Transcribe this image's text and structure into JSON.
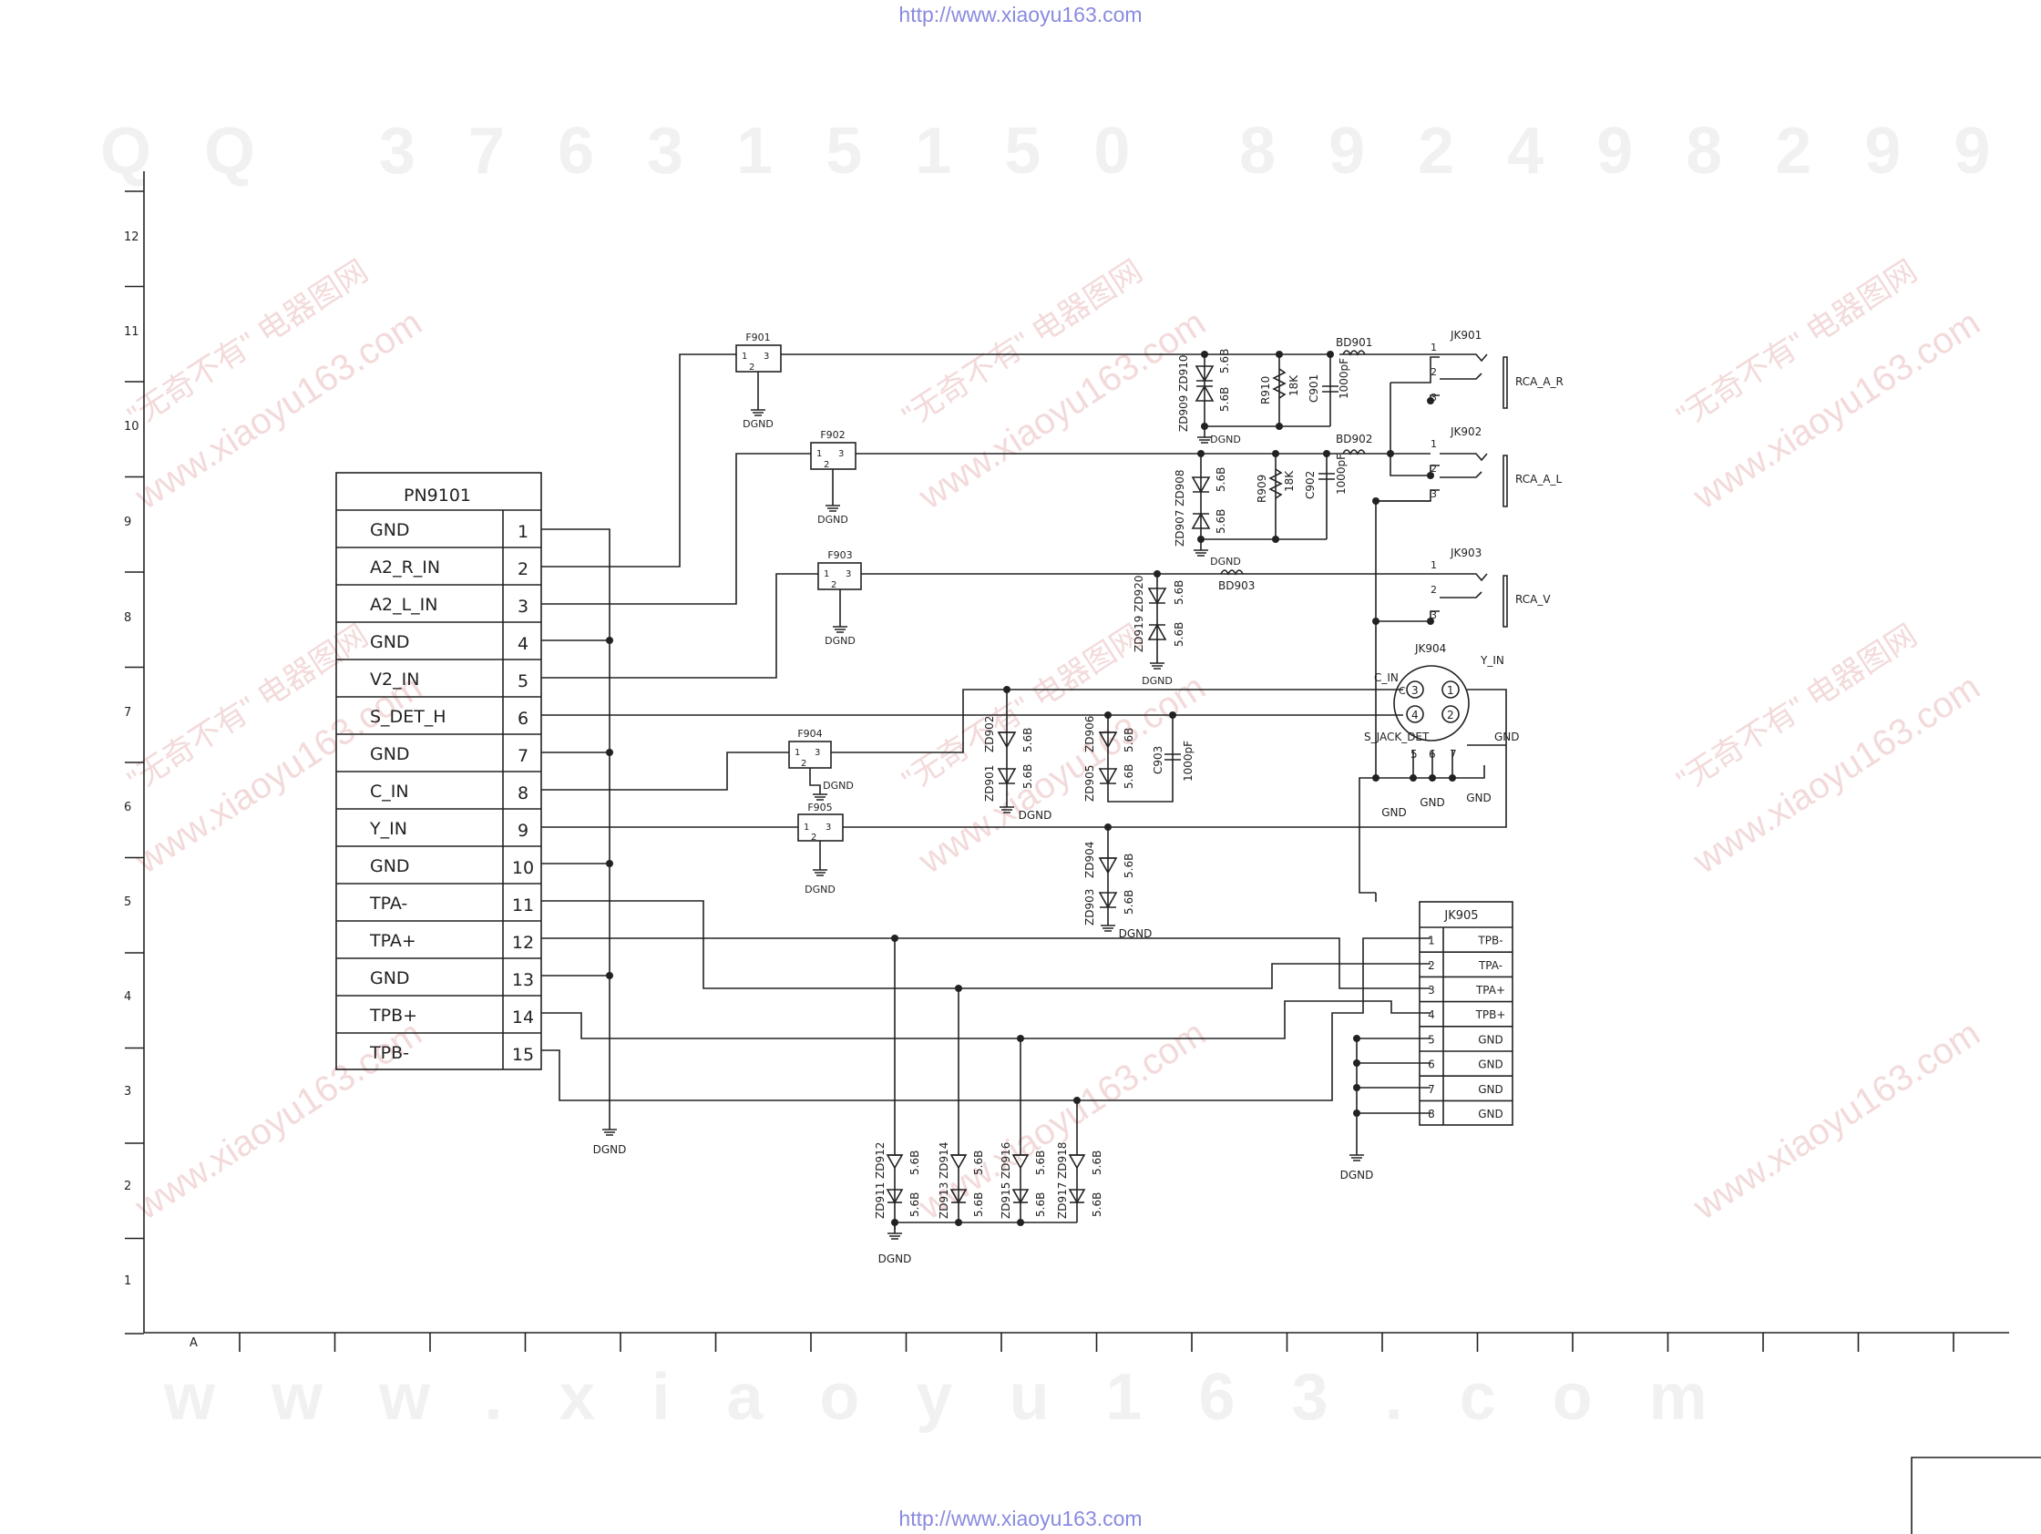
{
  "watermarks": {
    "url_text": "http://www.xiaoyu163.com",
    "qq": "QQ 376315150",
    "phone": "892498299",
    "bottom": "www.xiaoyu163.com",
    "diag1": "www.xiaoyu163.com",
    "diag2": "\"无奇不有\" 电器图网"
  },
  "grid": {
    "rows": [
      "12",
      "11",
      "10",
      "9",
      "8",
      "7",
      "6",
      "5",
      "4",
      "3",
      "2",
      "1"
    ],
    "col_first": "A"
  },
  "connector_pn9101": {
    "ref": "PN9101",
    "pins": [
      {
        "name": "GND",
        "num": "1"
      },
      {
        "name": "A2_R_IN",
        "num": "2"
      },
      {
        "name": "A2_L_IN",
        "num": "3"
      },
      {
        "name": "GND",
        "num": "4"
      },
      {
        "name": "V2_IN",
        "num": "5"
      },
      {
        "name": "S_DET_H",
        "num": "6"
      },
      {
        "name": "GND",
        "num": "7"
      },
      {
        "name": "C_IN",
        "num": "8"
      },
      {
        "name": "Y_IN",
        "num": "9"
      },
      {
        "name": "GND",
        "num": "10"
      },
      {
        "name": "TPA-",
        "num": "11"
      },
      {
        "name": "TPA+",
        "num": "12"
      },
      {
        "name": "GND",
        "num": "13"
      },
      {
        "name": "TPB+",
        "num": "14"
      },
      {
        "name": "TPB-",
        "num": "15"
      }
    ]
  },
  "connector_jk905": {
    "ref": "JK905",
    "pins": [
      {
        "num": "1",
        "name": "TPB-"
      },
      {
        "num": "2",
        "name": "TPA-"
      },
      {
        "num": "3",
        "name": "TPA+"
      },
      {
        "num": "4",
        "name": "TPB+"
      },
      {
        "num": "5",
        "name": "GND"
      },
      {
        "num": "6",
        "name": "GND"
      },
      {
        "num": "7",
        "name": "GND"
      },
      {
        "num": "8",
        "name": "GND"
      }
    ]
  },
  "filters": [
    {
      "ref": "F901",
      "p1": "1",
      "p2": "2",
      "p3": "3"
    },
    {
      "ref": "F902",
      "p1": "1",
      "p2": "2",
      "p3": "3"
    },
    {
      "ref": "F903",
      "p1": "1",
      "p2": "2",
      "p3": "3"
    },
    {
      "ref": "F904",
      "p1": "1",
      "p2": "2",
      "p3": "3"
    },
    {
      "ref": "F905",
      "p1": "1",
      "p2": "2",
      "p3": "3"
    }
  ],
  "rca_jacks": [
    {
      "ref": "JK901",
      "label": "RCA_A_R",
      "p1": "1",
      "p2": "2",
      "p3": "3"
    },
    {
      "ref": "JK902",
      "label": "RCA_A_L",
      "p1": "1",
      "p2": "2",
      "p3": "3"
    },
    {
      "ref": "JK903",
      "label": "RCA_V",
      "p1": "1",
      "p2": "2",
      "p3": "3"
    }
  ],
  "beads": [
    "BD901",
    "BD902",
    "BD903"
  ],
  "resistors": [
    {
      "ref": "R910",
      "value": "18K"
    },
    {
      "ref": "R909",
      "value": "18K"
    }
  ],
  "capacitors": [
    {
      "ref": "C901",
      "value": "1000pF"
    },
    {
      "ref": "C902",
      "value": "1000pF"
    },
    {
      "ref": "C903",
      "value": "1000pF"
    }
  ],
  "zeners": {
    "pair_909_910": "ZD909 ZD910",
    "pair_907_908": "ZD907 ZD908",
    "pair_919_920": "ZD919 ZD920",
    "zd901": "ZD901",
    "zd902": "ZD902",
    "zd903": "ZD903",
    "zd904": "ZD904",
    "zd905": "ZD905",
    "zd906": "ZD906",
    "zd911": "ZD911",
    "zd912": "ZD912",
    "zd913": "ZD913",
    "zd914": "ZD914",
    "zd915": "ZD915",
    "zd916": "ZD916",
    "zd917": "ZD917",
    "zd918": "ZD918",
    "value": "5.6B"
  },
  "svideo": {
    "ref": "JK904",
    "c_in": "C_IN",
    "y_in": "Y_IN",
    "jack_det": "S_JACK_DET",
    "gnd": "GND",
    "pin1": "1",
    "pin2": "2",
    "pin3": "3",
    "pin4": "4",
    "pin5": "5",
    "pin6": "6",
    "pin7": "7",
    "c": "C"
  },
  "grounds": {
    "dgnd": "DGND",
    "gnd": "GND"
  }
}
